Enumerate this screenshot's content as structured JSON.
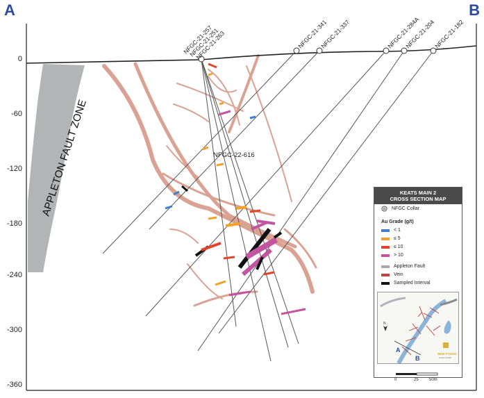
{
  "section": {
    "corner_a": "A",
    "corner_b": "B",
    "fault_label": "APPLETON FAULT ZONE",
    "y_ticks": [
      "0",
      "-60",
      "-120",
      "-180",
      "-240",
      "-300",
      "-360"
    ],
    "drill_holes": [
      "NFGC-21-257",
      "NFGC-21-251",
      "NFGC-21-263",
      "NFGC-21-341",
      "NFGC-21-337",
      "NFGC-21-284A",
      "NFGC-21-204",
      "NFGC-21-182",
      "NFGC-22-616"
    ]
  },
  "legend": {
    "title_line1": "KEATS MAIN 2",
    "title_line2": "CROSS SECTION MAP",
    "collar": "NFGC Collar",
    "grade_title": "Au Grade (g/t)",
    "grades": [
      {
        "label": "< 1",
        "color": "#3d7fd1"
      },
      {
        "label": "≤ 5",
        "color": "#f2a229"
      },
      {
        "label": "≤ 10",
        "color": "#e0462b"
      },
      {
        "label": "> 10",
        "color": "#c2559f"
      }
    ],
    "appleton": {
      "label": "Appleton Fault",
      "color": "#a7a9ac"
    },
    "vein": {
      "label": "Vein",
      "color": "#c0443f"
    },
    "sampled": {
      "label": "Sampled Interval",
      "color": "#111111"
    },
    "map_north": "N",
    "map_a": "A",
    "map_b": "B",
    "logo_line1": "NEW FOUND",
    "logo_line2": "GOLD CORP",
    "scale_0": "0",
    "scale_25": "25",
    "scale_50": "50m"
  },
  "colors": {
    "fault": "#b2b4b6",
    "vein": "#d9a293",
    "drill": "#555555",
    "accent_blue": "#2b4aa0"
  }
}
